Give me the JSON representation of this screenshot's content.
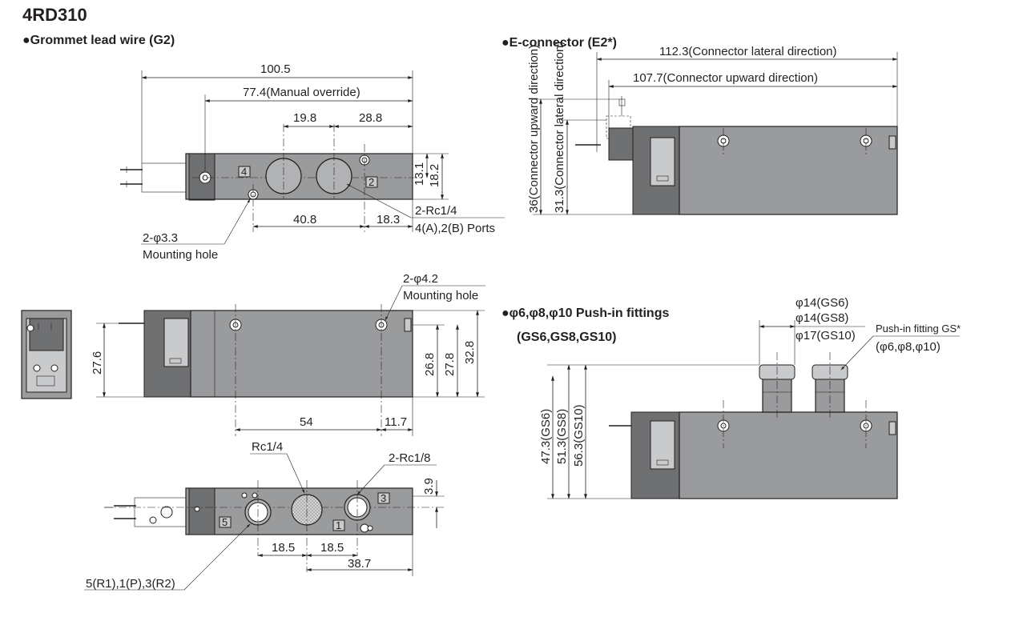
{
  "title": "4RD310",
  "sections": {
    "grommet": "●Grommet lead wire (G2)",
    "econnector": "●E-connector (E2*)",
    "pushin_line1": "●φ6,φ8,φ10 Push-in fittings",
    "pushin_line2": "(GS6,GS8,GS10)"
  },
  "grommet_top": {
    "d_100_5": "100.5",
    "d_77_4": "77.4(Manual override)",
    "d_19_8": "19.8",
    "d_28_8": "28.8",
    "d_13_1": "13.1",
    "d_18_2": "18.2",
    "d_40_8": "40.8",
    "d_18_3": "18.3",
    "ports_a": "2-Rc1/4",
    "ports_b": "4(A),2(B) Ports",
    "mount_a": "2-φ3.3",
    "mount_b": "Mounting hole",
    "port4_num": "4",
    "port2_num": "2"
  },
  "grommet_side": {
    "mount_a": "2-φ4.2",
    "mount_b": "Mounting hole",
    "d_27_6": "27.6",
    "d_26_8": "26.8",
    "d_27_8": "27.8",
    "d_32_8": "32.8",
    "d_54": "54",
    "d_11_7": "11.7"
  },
  "grommet_bottom": {
    "rc14": "Rc1/4",
    "rc18": "2-Rc1/8",
    "d_3_9": "3.9",
    "d_18_5a": "18.5",
    "d_18_5b": "18.5",
    "d_38_7": "38.7",
    "ports": "5(R1),1(P),3(R2)",
    "port5_num": "5",
    "port1_num": "1",
    "port3_num": "3"
  },
  "econn": {
    "d_112_3": "112.3(Connector lateral direction)",
    "d_107_7": "107.7(Connector upward direction)",
    "d_36": "36(Connector upward direction)",
    "d_31_3": "31.3(Connector lateral direction)"
  },
  "pushin": {
    "gs6": "φ14(GS6)",
    "gs8": "φ14(GS8)",
    "gs10": "φ17(GS10)",
    "fit_a": "Push-in fitting GS*",
    "fit_b": "(φ6,φ8,φ10)",
    "h_gs6": "47.3(GS6)",
    "h_gs8": "51.3(GS8)",
    "h_gs10": "56.3(GS10)"
  },
  "colors": {
    "body": "#9a9b9d",
    "dark": "#6f7072",
    "light": "#c9cacb",
    "ink": "#231f20"
  }
}
